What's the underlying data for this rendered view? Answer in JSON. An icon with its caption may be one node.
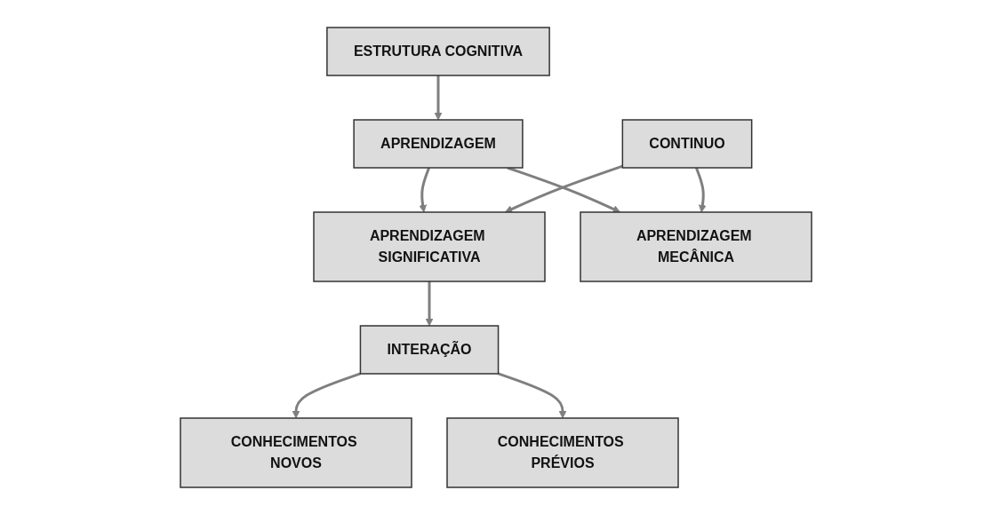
{
  "diagram": {
    "nodes": [
      {
        "text": [
          "ESTRUTURA COGNITIVA"
        ]
      },
      {
        "text": [
          "APRENDIZAGEM"
        ]
      },
      {
        "text": [
          "APRENDIZAGEM SIGNIFICATIVA"
        ]
      },
      {
        "text": [
          "CONTINUO"
        ]
      },
      {
        "text": [
          "APRENDIZAGEM MECÂNICA"
        ]
      },
      {
        "text": [
          "INTERAÇÃO"
        ]
      },
      {
        "text": [
          "CONHECIMENTOS NOVOS"
        ]
      },
      {
        "text": [
          "CONHECIMENTOS PRÉVIOS"
        ]
      }
    ],
    "edges": [
      {
        "from": 0,
        "to": 1,
        "arrow": "to"
      },
      {
        "from": 1,
        "to": 2,
        "arrow": "to"
      },
      {
        "from": 1,
        "to": 4,
        "arrow": "to"
      },
      {
        "from": 3,
        "to": 2,
        "arrow": "to"
      },
      {
        "from": 3,
        "to": 4,
        "arrow": "to"
      },
      {
        "from": 2,
        "to": 5,
        "arrow": "to"
      },
      {
        "from": 5,
        "to": 6,
        "arrow": "to"
      },
      {
        "from": 5,
        "to": 7,
        "arrow": "to"
      }
    ]
  }
}
